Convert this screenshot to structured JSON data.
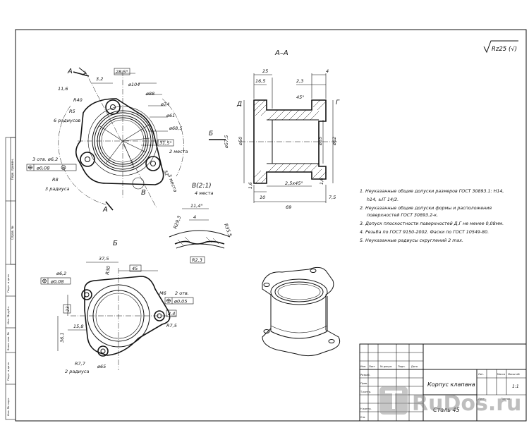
{
  "sheet": {
    "roughness_symbol": "Rz25",
    "roughness_paren": "(√)"
  },
  "section_aa": {
    "title": "А–А",
    "dims": {
      "d25": "25",
      "d16_5": "16,5",
      "d2_3": "2,3",
      "d4": "4",
      "d45deg": "45°",
      "dia57_5": "ø57,5",
      "dia50": "ø50",
      "dia55": "ø55",
      "dia62": "ø62",
      "d1_6a": "1,6",
      "d10": "10",
      "d2_5x45": "2,5x45°",
      "d1_6b": "1,6",
      "d7_5": "7,5",
      "d69": "69"
    },
    "label_d": "Д",
    "label_g": "Г",
    "view_b": "Б"
  },
  "top_view": {
    "cut_a_top": "А",
    "cut_a_bottom": "А",
    "cut_v": "В",
    "dims": {
      "d3_2": "3,2",
      "d28_5deg": "28,5°",
      "d11_6": "11,6",
      "dia104": "ø104",
      "dia88": "ø88",
      "r40": "R40",
      "dia74": "ø74",
      "r5": "R5",
      "r5_note": "6 радиусов",
      "dia61": "ø61",
      "dia68_5": "ø68,5",
      "d31_5deg": "31,5°",
      "places2": "2 места",
      "holes": "3 отв. ø6,2",
      "tol": "ø0,08",
      "tol_mod": "M",
      "r8": "R8",
      "r8_note": "3 радиуса",
      "d32": "32",
      "places3": "3 места"
    }
  },
  "detail_v": {
    "title": "В(2:1)",
    "subtitle": "4 места",
    "dims": {
      "d11_4deg": "11,4°",
      "d4": "4",
      "r29_3": "R29,3",
      "r35_5": "R35,5",
      "r2_3": "R2,3"
    }
  },
  "view_b": {
    "title": "Б",
    "dims": {
      "dia6_2": "ø6,2",
      "tol": "ø0,08",
      "d37_5": "37,5",
      "r30": "R30",
      "d45": "45",
      "m6": "M6",
      "m6_note": "2 отв.",
      "tol2": "ø0,05",
      "d23": "23",
      "d2_4": "2,4",
      "d15_8": "15,8",
      "r7_5": "R7,5",
      "d36_1": "36,1",
      "r7_7": "R7,7",
      "r7_7_note": "2 радиуса",
      "dia65": "ø65"
    }
  },
  "notes": [
    "1. Неуказанные общие допуски размеров ГОСТ 30893.1: H14,",
    "h14, ±IT 14/2.",
    "2. Неуказанные общие допуски формы и расположения",
    "поверхностей ГОСТ 30893.2-к.",
    "3. Допуск плоскостности поверхностей Д,Г не менее 0,08мм.",
    "4. Резьба по ГОСТ 9150-2002. Фаски по ГОСТ 10549-80.",
    "5. Неуказанные радиусы скруглений 2 max."
  ],
  "title_block": {
    "part_name": "Корпус клапана",
    "material": "Сталь 45",
    "scale": "1:1",
    "col_izm": "Изм.",
    "col_list": "Лист",
    "col_doc": "№ докум.",
    "col_sign": "Подп.",
    "col_date": "Дата",
    "row_razrab": "Разраб.",
    "row_prov": "Пров.",
    "row_tkontr": "Т.контр.",
    "row_nkontr": "Н.контр.",
    "row_utv": "Утв.",
    "lit": "Лит.",
    "mass": "Масса",
    "masshtab": "Масштаб",
    "sheet": "Лист",
    "sheets": "Листов"
  },
  "side_strip": {
    "podp_date1": "Подп. и дата",
    "inv_dubl": "Инв. № дубл.",
    "vzam_inv": "Взам. инв. №",
    "podp_date2": "Подп. и дата",
    "inv_podl": "Инв. № подл.",
    "perv_primen": "Перв. примен.",
    "sprav": "Справ. №"
  },
  "watermark": {
    "text": "RuDos.ru"
  }
}
